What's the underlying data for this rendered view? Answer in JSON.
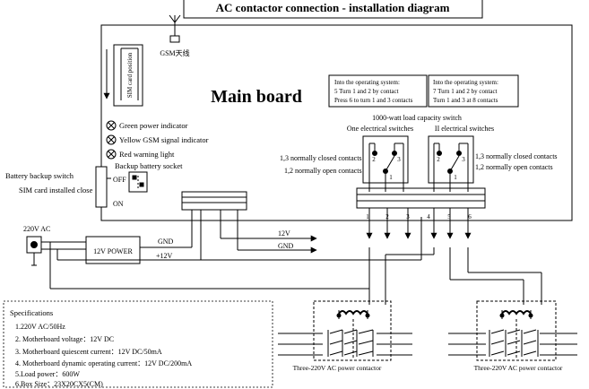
{
  "title": "AC contactor connection - installation diagram",
  "antenna_label": "GSM天线",
  "sim_position_label": "SIM card position",
  "main_board_label": "Main board",
  "indicators": [
    "Green power indicator",
    "Yellow GSM signal indicator",
    "Red warning light"
  ],
  "backup_socket_label": "Backup battery socket",
  "battery_switch_label": "Battery backup switch",
  "sim_installed_label": "SIM card installed close",
  "off_label": "OFF",
  "on_label": "ON",
  "op_note_1": [
    "Into the operating system:",
    "5 Turn 1 and 2 by contact",
    "Press 6 to turn 1 and 3 contacts"
  ],
  "op_note_2": [
    "Into the operating system:",
    "7 Turn 1 and 2 by contact",
    "Turn 1 and 3 at 8 contacts"
  ],
  "load_switch_label": "1000-watt load capacity switch",
  "switch_1_label": "One electrical switches",
  "switch_2_label": "II electrical switches",
  "nc_label": "1,3 normally closed contacts",
  "no_label": "1,2 normally open contacts",
  "contact_numbers": [
    "2",
    "3",
    "1"
  ],
  "terminal_numbers": [
    "1",
    "2",
    "3",
    "4",
    "5",
    "6"
  ],
  "ac_input_label": "220V  AC",
  "power_box_label": "12V  POWER",
  "gnd_label": "GND",
  "plus12_label": "+12V",
  "out_12v_label": "12V",
  "out_gnd_label": "GND",
  "contactor_label": "Three-220V AC power contactor",
  "spec_title": "Specifications",
  "specs": [
    "1.220V AC/50Hz",
    "2. Motherboard voltage：12V DC",
    "3. Motherboard quiescent current：12V DC/50mA",
    "4. Motherboard dynamic operating current：12V DC/200mA",
    "5.Load power：600W",
    "6.Box Size：23X20CX5(CM)"
  ]
}
